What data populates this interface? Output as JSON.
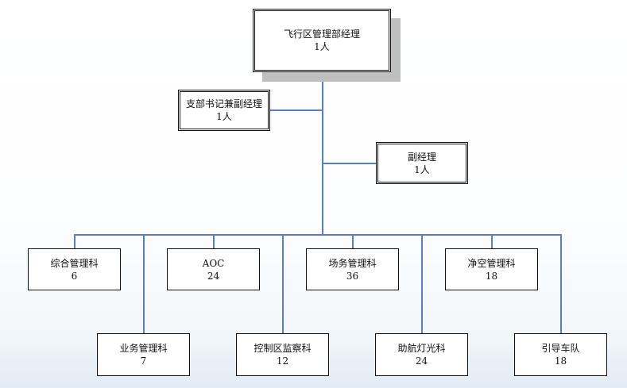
{
  "org_chart": {
    "top": {
      "title": "飞行区管理部经理",
      "count": "1人"
    },
    "deputy_secretary": {
      "title": "支部书记兼副经理",
      "count": "1人"
    },
    "deputy": {
      "title": "副经理",
      "count": "1人"
    },
    "departments_row1": [
      {
        "title": "综合管理科",
        "count": "6"
      },
      {
        "title": "AOC",
        "count": "24"
      },
      {
        "title": "场务管理科",
        "count": "36"
      },
      {
        "title": "净空管理科",
        "count": "18"
      }
    ],
    "departments_row2": [
      {
        "title": "业务管理科",
        "count": "7"
      },
      {
        "title": "控制区监察科",
        "count": "12"
      },
      {
        "title": "助航灯光科",
        "count": "24"
      },
      {
        "title": "引导车队",
        "count": "18"
      }
    ]
  }
}
